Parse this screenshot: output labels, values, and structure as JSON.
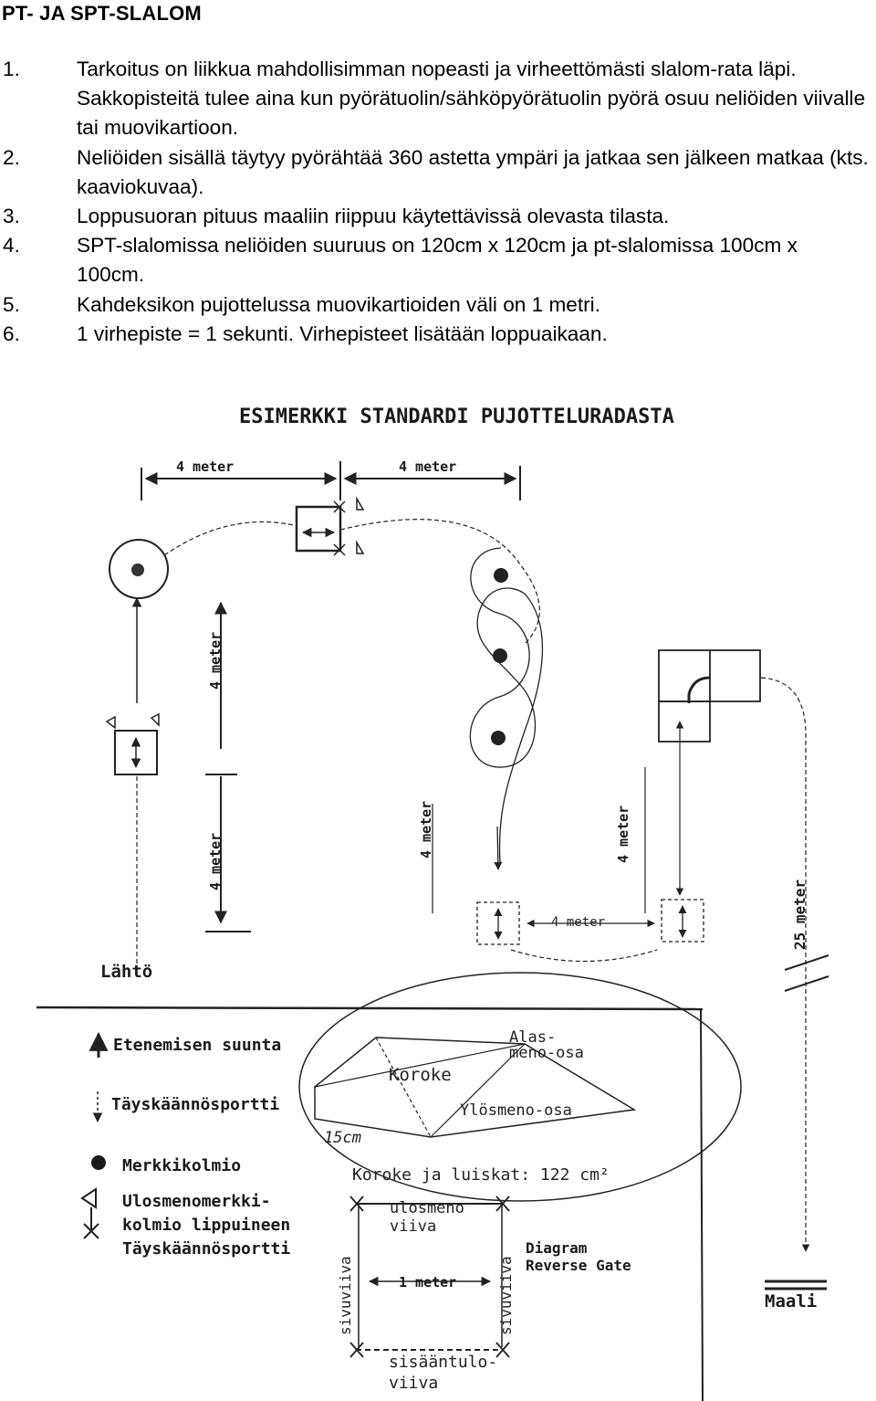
{
  "heading": "PT- JA SPT-SLALOM",
  "rules": [
    {
      "num": "1.",
      "text": "Tarkoitus on liikkua mahdollisimman nopeasti ja virheettömästi slalom-rata läpi. Sakkopisteitä tulee aina kun pyörätuolin/sähköpyörätuolin pyörä osuu neliöiden viivalle tai muovikartioon."
    },
    {
      "num": "2.",
      "text": "Neliöiden sisällä täytyy pyörähtää 360 astetta ympäri ja jatkaa sen jälkeen matkaa (kts. kaaviokuvaa)."
    },
    {
      "num": "3.",
      "text": "Loppusuoran pituus maaliin riippuu käytettävissä olevasta tilasta."
    },
    {
      "num": "4.",
      "text": "SPT-slalomissa neliöiden suuruus on 120cm x 120cm ja pt-slalomissa 100cm x 100cm."
    },
    {
      "num": "5.",
      "text": "Kahdeksikon pujottelussa muovikartioiden väli on 1 metri."
    },
    {
      "num": "6.",
      "text": "1 virhepiste = 1 sekunti. Virhepisteet lisätään loppuaikaan."
    }
  ],
  "diagram": {
    "title": "ESIMERKKI STANDARDI PUJOTTELURADASTA",
    "dims": {
      "top_left": "4 meter",
      "top_right": "4 meter",
      "vertical_upper": "4 meter",
      "vertical_lower": "4 meter",
      "mid_left": "4 meter",
      "mid_right": "4 meter",
      "between_gates": "4 meter",
      "final": "25 meter"
    },
    "start": "Lähtö",
    "finish": "Maali",
    "legend": {
      "direction": "Etenemisen suunta",
      "reverse_gate": "Täyskäännösportti",
      "marker": "Merkkikolmio",
      "exit_marker_1": "Ulosmenomerkki-",
      "exit_marker_2": "kolmio lippuineen",
      "exit_marker_3": "Täyskäännösportti"
    },
    "ramp": {
      "down_1": "Alas-",
      "down_2": "meno-osa",
      "platform": "Koroke",
      "up": "Ylösmeno-osa",
      "height": "15cm",
      "size": "Koroke ja luiskat: 122 cm²"
    },
    "gate_detail": {
      "exit_1": "ulosmeno",
      "exit_2": "viiva",
      "side_left": "sivuviiva",
      "side_right": "sivuviiva",
      "width": "1 meter",
      "entry_1": "sisääntulo-",
      "entry_2": "viiva",
      "caption_1": "Diagram",
      "caption_2": "Reverse Gate"
    }
  }
}
